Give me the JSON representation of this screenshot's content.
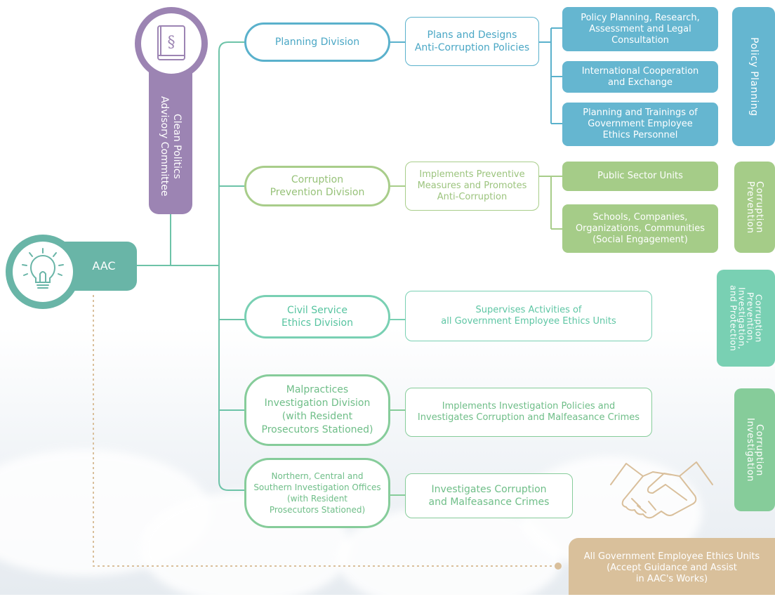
{
  "root": {
    "label": "AAC"
  },
  "committee": {
    "label": "Clean Politics\nAdvisory Committee"
  },
  "divisions": [
    {
      "label": "Planning Division",
      "description": "Plans and Designs\nAnti-Corruption Policies"
    },
    {
      "label": "Corruption\nPrevention Division",
      "description": "Implements Preventive\nMeasures  and Promotes\nAnti-Corruption"
    },
    {
      "label": "Civil Service\nEthics Division",
      "description": "Supervises Activities of\nall Government Employee Ethics Units"
    },
    {
      "label": "Malpractices\nInvestigation Division\n(with Resident\nProsecutors Stationed)",
      "description": "Implements Investigation Policies and\nInvestigates Corruption and Malfeasance Crimes"
    },
    {
      "label": "Northern, Central  and\nSouthern Investigation Offices\n(with Resident\nProsecutors Stationed)",
      "description": "Investigates Corruption\nand Malfeasance Crimes"
    }
  ],
  "planning_units": [
    "Policy Planning, Research,\nAssessment and Legal\nConsultation",
    "International Cooperation\nand Exchange",
    "Planning and Trainings of\nGovernment Employee\nEthics Personnel"
  ],
  "prevention_units": [
    "Public Sector Units",
    "Schools, Companies,\nOrganizations, Communities\n(Social Engagement)"
  ],
  "side_labels": [
    "Policy Planning",
    "Corruption\nPrevention",
    "Corruption\nPrevention,\nInvestigation,\nand Protection",
    "Corruption\nInvestigation"
  ],
  "ethics_units": {
    "label": "All Government Employee Ethics Units\n(Accept Guidance and Assist\nin AAC's Works)"
  },
  "colors": {
    "blue": "#5ab1cc",
    "green": "#a8cd8a",
    "teal": "#79d0b3",
    "midgreen": "#86cc9a",
    "purple": "#9c84b3",
    "root": "#69b5a7",
    "tan": "#d9c09b"
  },
  "icons": [
    "lightbulb-icon",
    "law-book-icon",
    "handshake-icon"
  ]
}
